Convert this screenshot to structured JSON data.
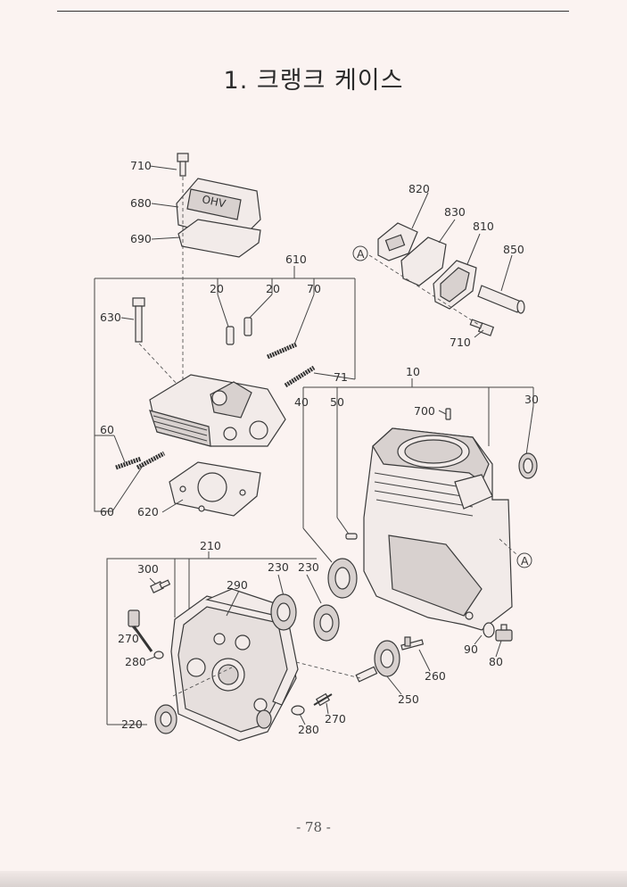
{
  "page": {
    "title": "1. 크랭크 케이스",
    "page_number": "- 78 -"
  },
  "labels": {
    "p710a": "710",
    "p680": "680",
    "p690": "690",
    "p610": "610",
    "p20a": "20",
    "p20b": "20",
    "p70": "70",
    "p630": "630",
    "p71": "71",
    "p60a": "60",
    "p60b": "60",
    "p620": "620",
    "p820": "820",
    "p830": "830",
    "p810": "810",
    "p850": "850",
    "p710b": "710",
    "refA1": "A",
    "refA2": "A",
    "p10": "10",
    "p40": "40",
    "p50": "50",
    "p30": "30",
    "p700": "700",
    "p210": "210",
    "p300": "300",
    "p290": "290",
    "p230a": "230",
    "p230b": "230",
    "p270a": "270",
    "p280a": "280",
    "p220": "220",
    "p280b": "280",
    "p270b": "270",
    "p250": "250",
    "p260": "260",
    "p90": "90",
    "p80": "80"
  },
  "cover_text": "OHV"
}
